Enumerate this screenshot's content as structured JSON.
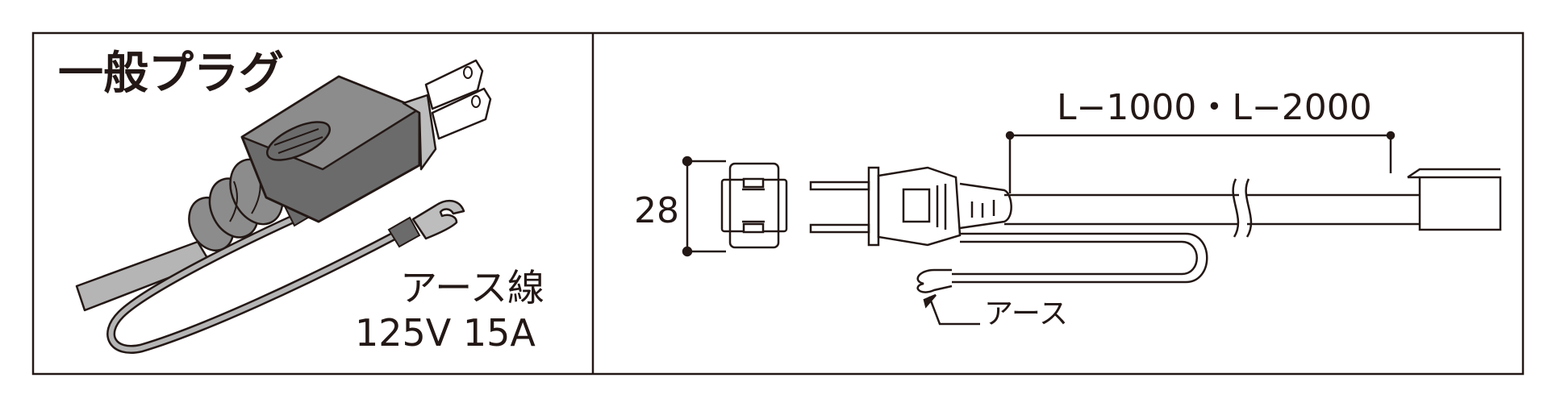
{
  "left_panel": {
    "title": "一般プラグ",
    "earth_wire_label": "アース線",
    "rating_label": "125V 15A"
  },
  "right_panel": {
    "length_label": "L−1000・L−2000",
    "dimension_label": "28",
    "earth_label": "アース"
  },
  "colors": {
    "line": "#231815",
    "plug_dark": "#6b6b6b",
    "plug_mid": "#8c8c8c",
    "plug_light": "#bdbdbd",
    "cord": "#b5b5b5"
  }
}
